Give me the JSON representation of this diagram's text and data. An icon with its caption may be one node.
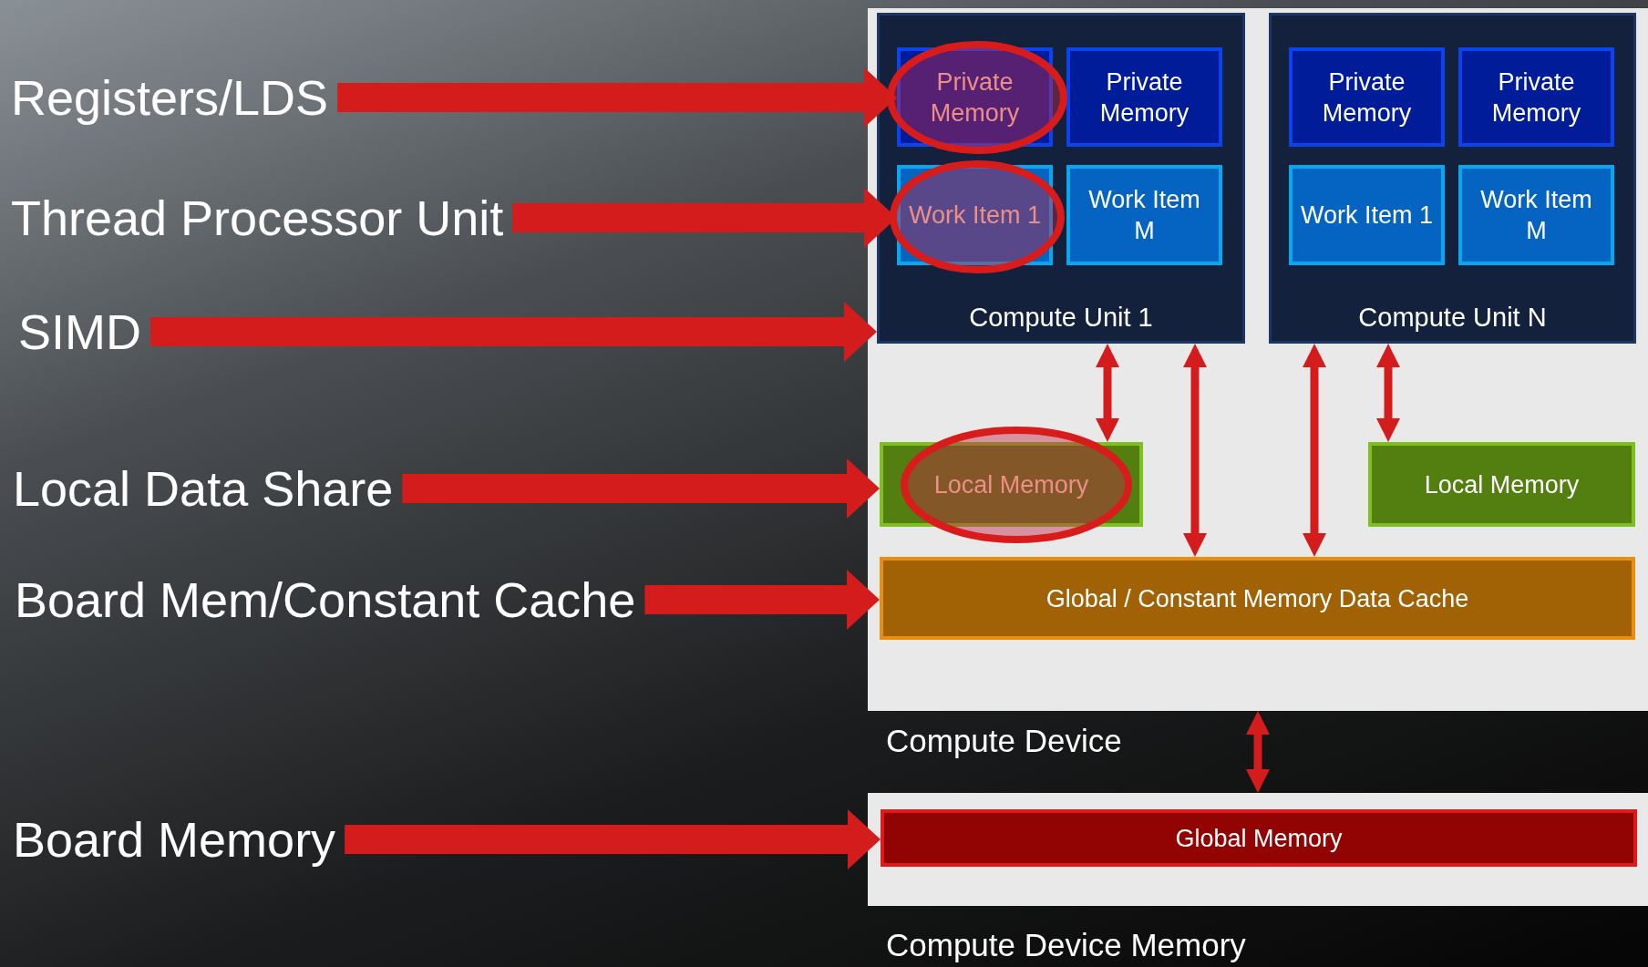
{
  "diagram": {
    "nodes": [
      {
        "text": [
          "Registers/LDS"
        ]
      },
      {
        "text": [
          "Thread Processor Unit"
        ]
      },
      {
        "text": [
          "SIMD"
        ]
      },
      {
        "text": [
          "Local Data Share"
        ]
      },
      {
        "text": [
          "Board Mem/Constant Cache"
        ]
      },
      {
        "text": [
          "Board Memory"
        ]
      },
      {
        "text": [
          "Compute Device"
        ]
      },
      {
        "text": [
          "Compute Unit 1"
        ],
        "in": 6
      },
      {
        "text": [
          "Private Memory"
        ],
        "in": 7
      },
      {
        "text": [
          "Private Memory"
        ],
        "in": 7
      },
      {
        "text": [
          "Work Item 1"
        ],
        "in": 7
      },
      {
        "text": [
          "Work Item M"
        ],
        "in": 7
      },
      {
        "text": [
          "Compute Unit N"
        ],
        "in": 6
      },
      {
        "text": [
          "Private Memory"
        ],
        "in": 12
      },
      {
        "text": [
          "Private Memory"
        ],
        "in": 12
      },
      {
        "text": [
          "Work Item 1"
        ],
        "in": 12
      },
      {
        "text": [
          "Work Item M"
        ],
        "in": 12
      },
      {
        "text": [
          "Local Memory"
        ],
        "in": 6
      },
      {
        "text": [
          "Local Memory"
        ],
        "in": 6
      },
      {
        "text": [
          "Global / Constant Memory Data Cache"
        ],
        "in": 6
      },
      {
        "text": [
          "Compute Device Memory"
        ]
      },
      {
        "text": [
          "Global Memory"
        ],
        "in": 20
      }
    ],
    "edges": [
      {
        "from": 0,
        "to": 8,
        "arrow": "to"
      },
      {
        "from": 1,
        "to": 10,
        "arrow": "to"
      },
      {
        "from": 2,
        "to": 7,
        "arrow": "to"
      },
      {
        "from": 3,
        "to": 17,
        "arrow": "to"
      },
      {
        "from": 4,
        "to": 19,
        "arrow": "to"
      },
      {
        "from": 5,
        "to": 21,
        "arrow": "to"
      },
      {
        "from": 7,
        "to": 17,
        "arrow": "both"
      },
      {
        "from": 7,
        "to": 19,
        "arrow": "both"
      },
      {
        "from": 12,
        "to": 19,
        "arrow": "both"
      },
      {
        "from": 12,
        "to": 18,
        "arrow": "both"
      },
      {
        "from": 6,
        "to": 20,
        "arrow": "both"
      }
    ]
  }
}
